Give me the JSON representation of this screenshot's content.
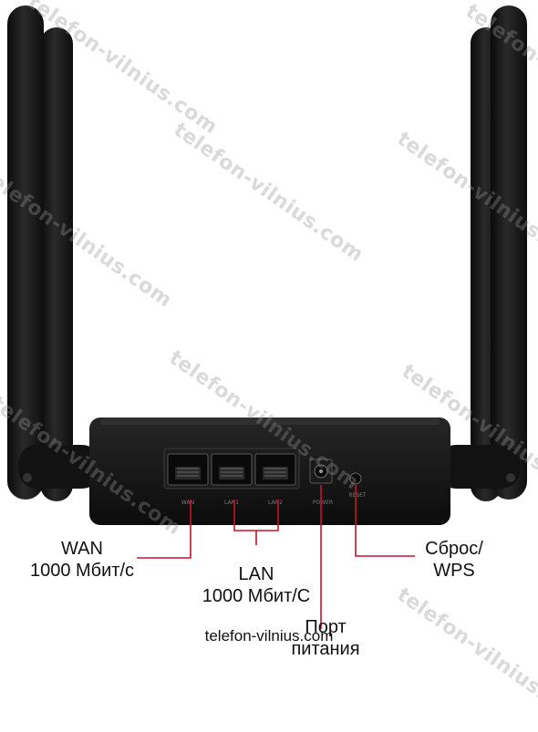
{
  "router": {
    "body_color": "#151515",
    "accent_line_color": "#c8102e",
    "ports": {
      "wan": "WAN",
      "lan1": "LAN1",
      "lan2": "LAN2",
      "power": "POWER",
      "reset": "RESET"
    }
  },
  "callouts": {
    "wan": {
      "line1": "WAN",
      "line2": "1000 Мбит/с"
    },
    "lan": {
      "line1": "LAN",
      "line2": "1000 Мбит/С"
    },
    "power": {
      "line1": "Порт",
      "line2": "питания"
    },
    "reset": {
      "line1": "Сброс/",
      "line2": "WPS"
    }
  },
  "watermark": {
    "text": "telefon-vilnius.com"
  },
  "caption": {
    "text": "telefon-vilnius.com"
  }
}
